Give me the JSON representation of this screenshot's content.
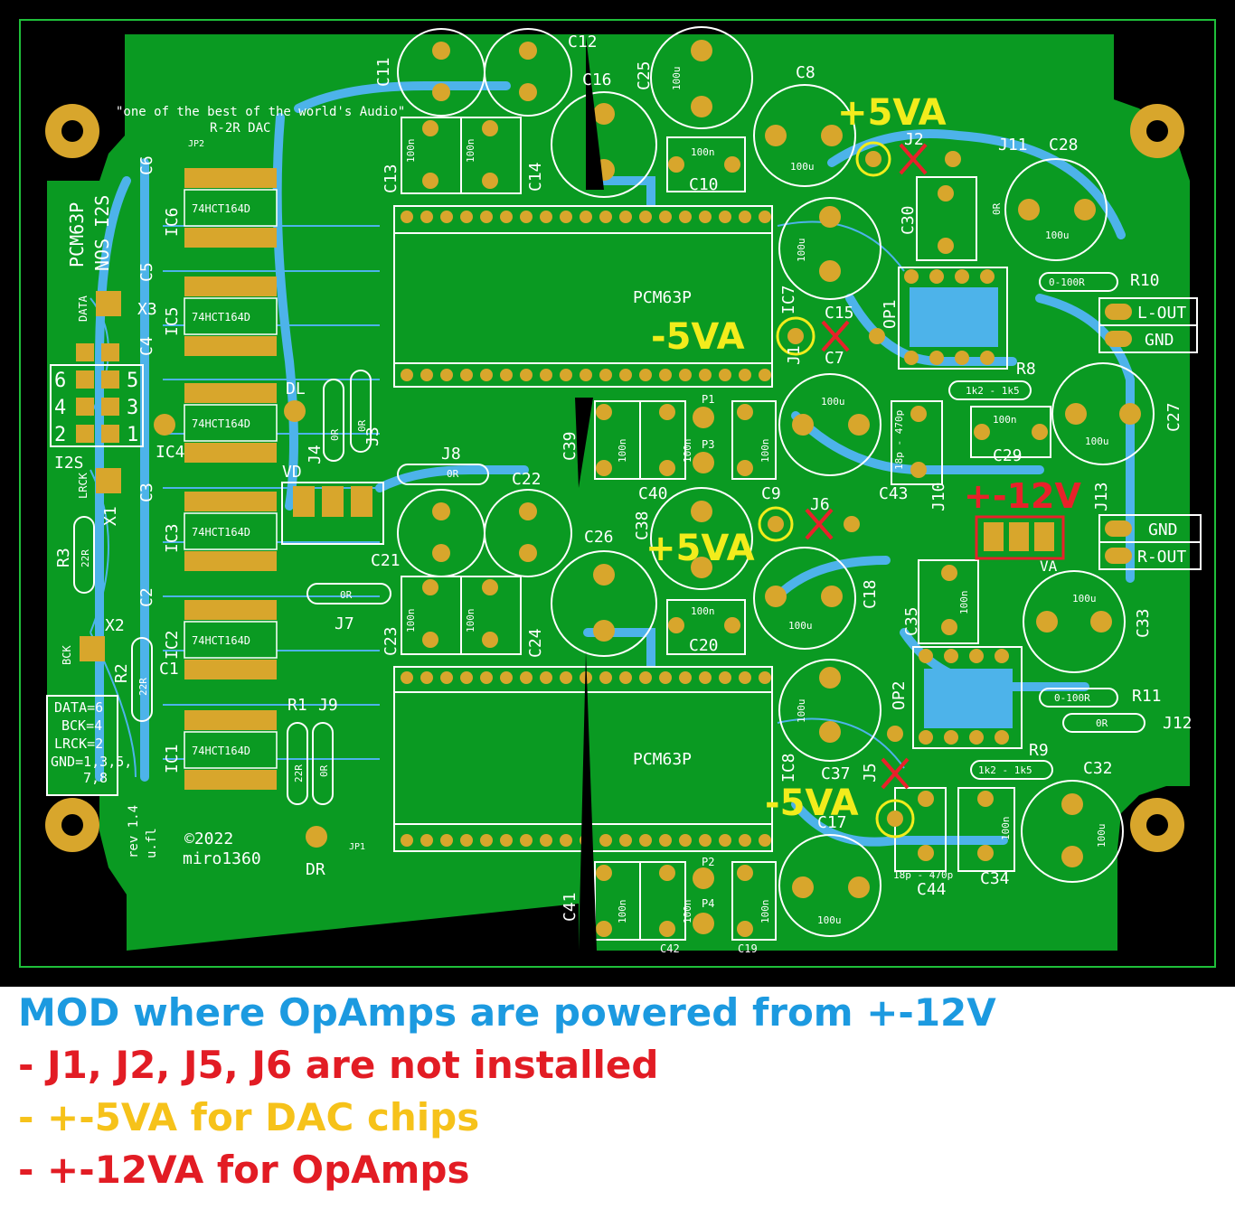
{
  "colors": {
    "board": "#0a9a22",
    "copper": "#4db3ea",
    "pad": "#d8a62c",
    "silk": "#ffffff",
    "annotation_yellow": "#f2ec1c",
    "annotation_red": "#e8212a",
    "note_blue": "#1c9ae0",
    "note_red": "#e21c24",
    "note_yellow": "#f6c21a"
  },
  "board": {
    "tagline": "\"one of the best of the world's Audio\"",
    "subtitle": "R-2R DAC",
    "product_label_1": "PCM63P",
    "product_label_2": "NOS I2S",
    "copyright": "©2022",
    "author": "miro1360",
    "revision_1": "rev 1.4",
    "revision_2": "u.fl",
    "pin_legend": [
      "DATA=6",
      "BCK=4",
      "LRCK=2",
      "GND=1,3,5,",
      "7,8"
    ],
    "dac_chip_label": "PCM63P",
    "shift_register_label": "74HCT164D",
    "connector_labels": {
      "l_out": "L-OUT",
      "gnd": "GND",
      "r_out": "R-OUT",
      "va": "VA",
      "i2s": "I2S",
      "vd": "VD",
      "dl": "DL",
      "dr": "DR",
      "data": "DATA",
      "lrck": "LRCK",
      "bck": "BCK"
    },
    "header_numbers": [
      "6",
      "5",
      "4",
      "3",
      "2",
      "1"
    ],
    "component_labels": [
      "C11",
      "C12",
      "C16",
      "C25",
      "C8",
      "C28",
      "J11",
      "J2",
      "C13",
      "C14",
      "C10",
      "C30",
      "R10",
      "OP1",
      "C15",
      "C7",
      "IC7",
      "J1",
      "C6",
      "IC6",
      "C5",
      "IC5",
      "C4",
      "IC4",
      "C3",
      "IC3",
      "C2",
      "IC2",
      "C1",
      "IC1",
      "X3",
      "X1",
      "X2",
      "R3",
      "R2",
      "R1",
      "J9",
      "J3",
      "J4",
      "J8",
      "C22",
      "C21",
      "C26",
      "J7",
      "C23",
      "C24",
      "C39",
      "P1",
      "P3",
      "C40",
      "C9",
      "J6",
      "C38",
      "C18",
      "C20",
      "C43",
      "C29",
      "R8",
      "C27",
      "J10",
      "J13",
      "C35",
      "C33",
      "OP2",
      "R11",
      "J12",
      "R9",
      "C37",
      "J5",
      "C32",
      "C17",
      "C44",
      "C34",
      "IC8",
      "C41",
      "P2",
      "P4",
      "C42",
      "C19",
      "JP1",
      "JP2"
    ],
    "value_labels": [
      "100n",
      "100u",
      "0R",
      "22R",
      "0-100R",
      "1k2 - 1k5",
      "18p - 470p"
    ]
  },
  "annotations": {
    "plus_5va": "+5VA",
    "minus_5va": "-5VA",
    "plus_minus_12v": "+-12V"
  },
  "notes": [
    "MOD where OpAmps are powered from +-12V",
    "- J1, J2, J5, J6 are not installed",
    "- +-5VA for DAC chips",
    "- +-12VA for OpAmps"
  ]
}
